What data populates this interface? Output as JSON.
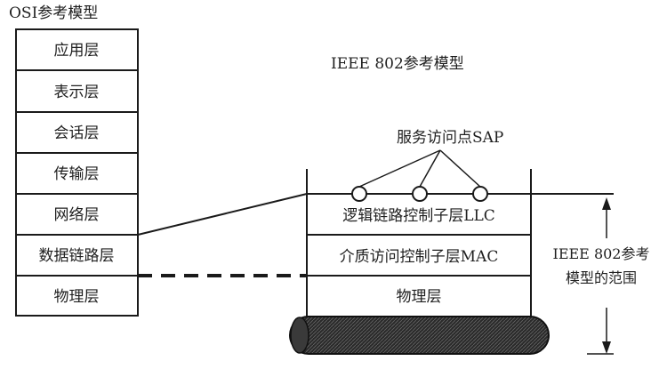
{
  "osi": {
    "title": "OSI参考模型",
    "layers": [
      "应用层",
      "表示层",
      "会话层",
      "传输层",
      "网络层",
      "数据链路层",
      "物理层"
    ]
  },
  "ieee": {
    "title": "IEEE 802参考模型",
    "sap_label": "服务访问点SAP",
    "layers": [
      "逻辑链路控制子层LLC",
      "介质访问控制子层MAC",
      "物理层"
    ],
    "scope_label_line1": "IEEE 802参考",
    "scope_label_line2": "模型的范围"
  }
}
